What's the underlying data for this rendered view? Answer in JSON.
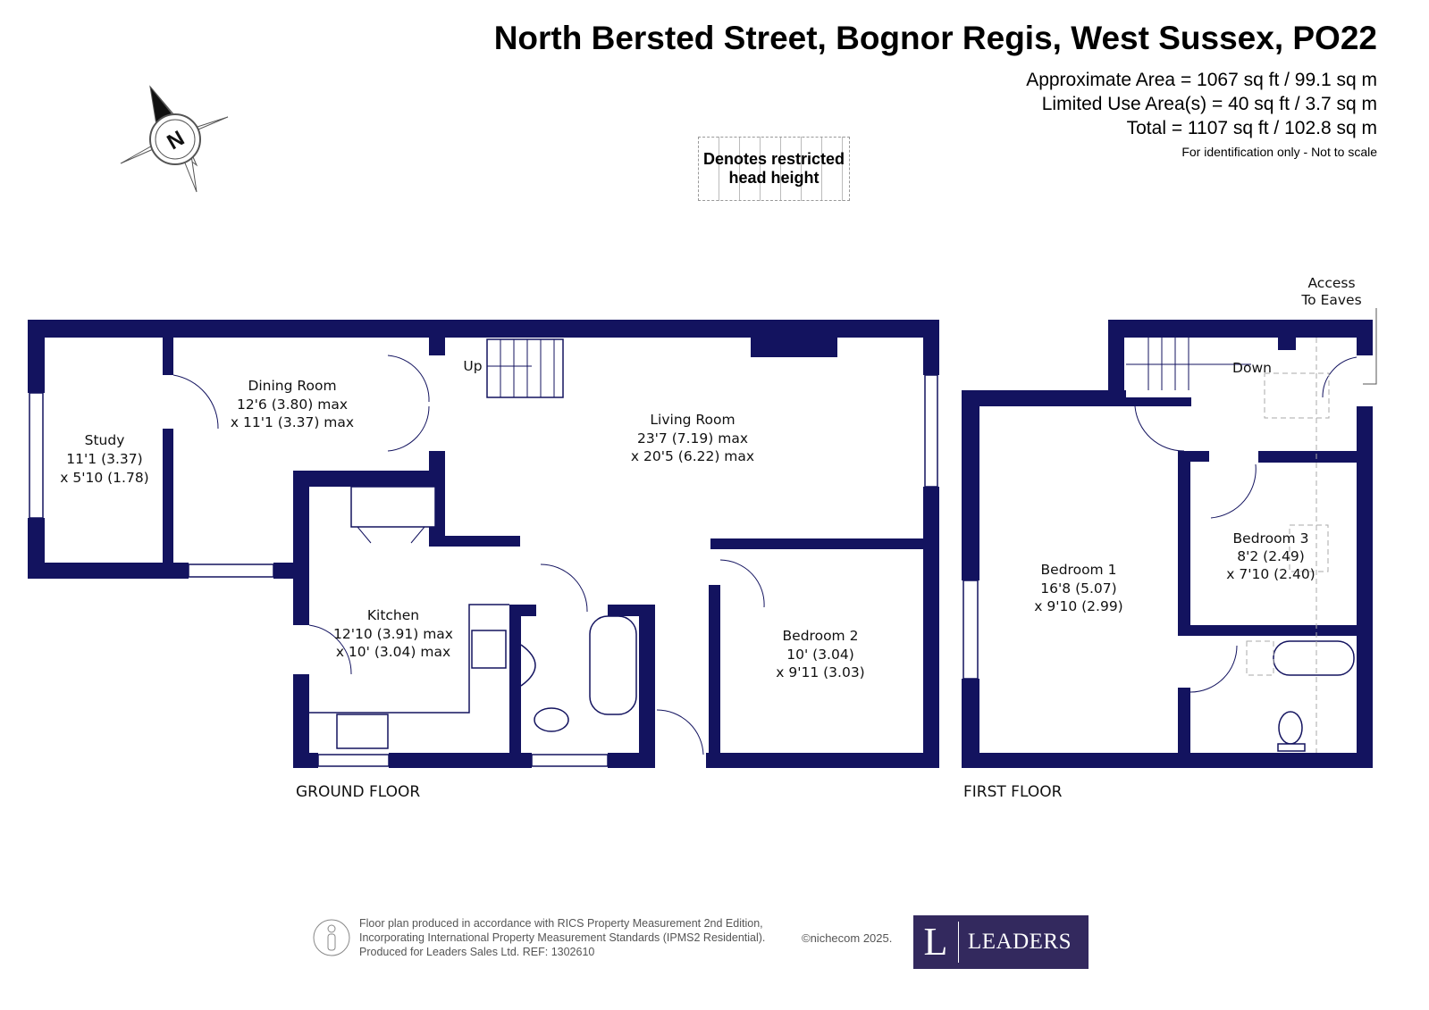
{
  "header": {
    "title": "North Bersted Street, Bognor Regis, West Sussex, PO22",
    "areas": [
      "Approximate Area = 1067 sq ft / 99.1 sq m",
      "Limited Use Area(s) = 40 sq ft / 3.7 sq m",
      "Total = 1107 sq ft / 102.8 sq m"
    ],
    "note": "For identification only - Not to scale"
  },
  "compass": {
    "label": "N"
  },
  "legend": {
    "line1": "Denotes restricted",
    "line2": "head height"
  },
  "ground_floor": {
    "label": "GROUND FLOOR",
    "stairs_label": "Up",
    "rooms": {
      "study": {
        "name": "Study",
        "dim1": "11'1 (3.37)",
        "dim2": "x 5'10 (1.78)"
      },
      "dining": {
        "name": "Dining Room",
        "dim1": "12'6 (3.80) max",
        "dim2": "x 11'1 (3.37) max"
      },
      "living": {
        "name": "Living Room",
        "dim1": "23'7 (7.19) max",
        "dim2": "x 20'5 (6.22) max"
      },
      "kitchen": {
        "name": "Kitchen",
        "dim1": "12'10 (3.91) max",
        "dim2": "x 10' (3.04) max"
      },
      "bedroom2": {
        "name": "Bedroom 2",
        "dim1": "10' (3.04)",
        "dim2": "x 9'11 (3.03)"
      }
    }
  },
  "first_floor": {
    "label": "FIRST FLOOR",
    "stairs_label": "Down",
    "eaves_line1": "Access",
    "eaves_line2": "To Eaves",
    "rooms": {
      "bedroom1": {
        "name": "Bedroom 1",
        "dim1": "16'8 (5.07)",
        "dim2": "x 9'10 (2.99)"
      },
      "bedroom3": {
        "name": "Bedroom 3",
        "dim1": "8'2 (2.49)",
        "dim2": "x 7'10 (2.40)"
      }
    }
  },
  "footer": {
    "lines": [
      "Floor plan produced in accordance with RICS Property Measurement 2nd Edition,",
      "Incorporating International Property Measurement Standards (IPMS2 Residential).",
      "Produced for Leaders Sales Ltd.   REF:  1302610"
    ],
    "copyright": "©nichecom 2025.",
    "logo_letter": "L",
    "logo_name": "LEADERS"
  },
  "colors": {
    "wall": "#13135f",
    "logo_bg": "#33295e"
  }
}
